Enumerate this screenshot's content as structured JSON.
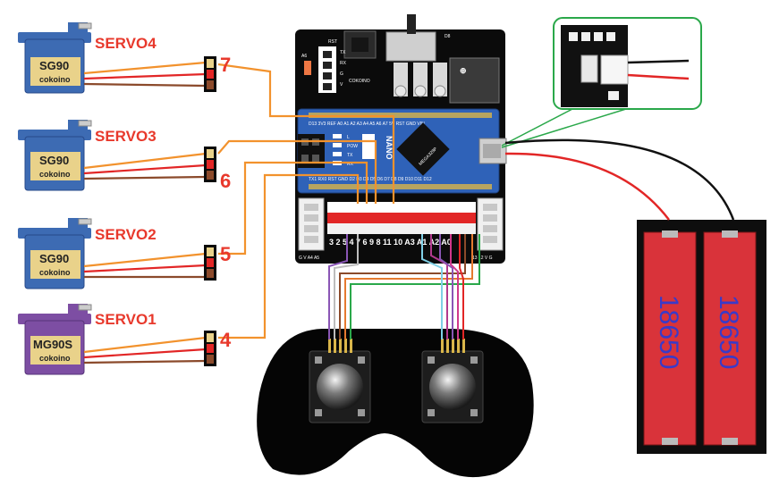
{
  "colors": {
    "label_red": "#e8392c",
    "servo_blue": "#3d6bb3",
    "servo_purple": "#7d4ea3",
    "label_yellow": "#e9d28a",
    "wire_orange": "#f2922d",
    "wire_red": "#e22626",
    "wire_brown": "#8b4a2b",
    "board_blue": "#2f62b8",
    "battery_red": "#d9333a",
    "battery_text": "#3a3ac8",
    "callout_green": "#2aa84a"
  },
  "servos": [
    {
      "label": "SERVO4",
      "model": "SG90",
      "brand": "cokoino",
      "pin": "7"
    },
    {
      "label": "SERVO3",
      "model": "SG90",
      "brand": "cokoino",
      "pin": "6"
    },
    {
      "label": "SERVO2",
      "model": "SG90",
      "brand": "cokoino",
      "pin": "5"
    },
    {
      "label": "SERVO1",
      "model": "MG90S",
      "brand": "cokoino",
      "pin": "4"
    }
  ],
  "board": {
    "rst": "RST",
    "tx": "TX",
    "rx": "RX",
    "g": "G",
    "v": "V",
    "a6": "A6",
    "d8": "D8",
    "g8": "G",
    "nano": "NANO",
    "chip": "MEGA328P",
    "logo": "COKOINO",
    "left_header": "G V A4 A5",
    "right_header": "13 12 V G",
    "bottom_pins": "3 2 5 4 7 6 9 8 11 10 A3 A1 A2 A0",
    "pin_row_labels": "TX1 RX0 RST GND D2 D3 D4 D5 D6 D7 D8 D9 D10 D11 D12",
    "top_row_labels": "D13 3V3 REF A0 A1 A2 A3 A4 A5 A6 A7 5V RST GND VIN",
    "led_labels": [
      "L",
      "POW",
      "TX",
      "RX"
    ]
  },
  "batteries": [
    "18650",
    "18650"
  ]
}
